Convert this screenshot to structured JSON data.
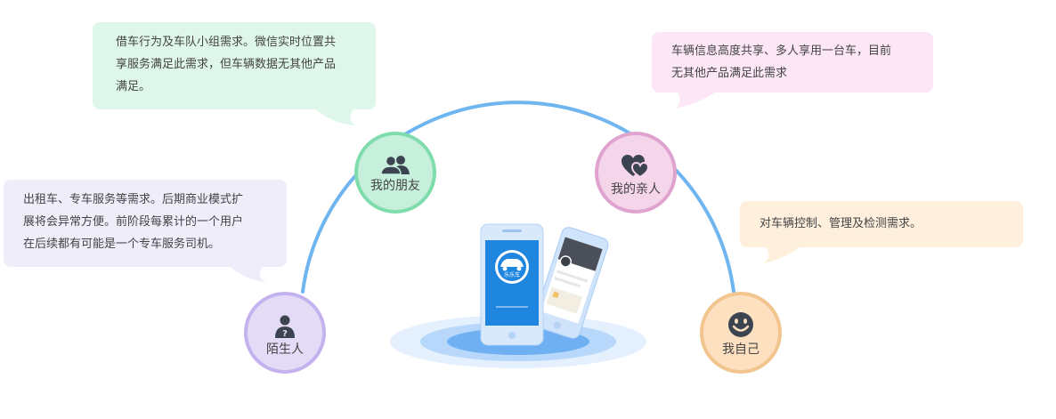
{
  "nodes": {
    "friend": {
      "label": "我的朋友",
      "color": "#7fdcad"
    },
    "family": {
      "label": "我的亲人",
      "color": "#e0a3cf"
    },
    "stranger": {
      "label": "陌生人",
      "color": "#c4b2ee"
    },
    "self": {
      "label": "我自己",
      "color": "#f3c58e"
    }
  },
  "bubbles": {
    "friend": {
      "line1": "借车行为及车队小组需求。微信实时位置共",
      "line2": "享服务满足此需求，但车辆数据无其他产品",
      "line3": "满足。"
    },
    "family": {
      "line1": "车辆信息高度共享、多人享用一台车，目前",
      "line2": "无其他产品满足此需求"
    },
    "stranger": {
      "line1": "出租车、专车服务等需求。后期商业模式扩",
      "line2": "展将会异常方便。前阶段每累计的一个用户",
      "line3": "在后续都有可能是一个专车服务司机。"
    },
    "self": {
      "line1": "对车辆控制、管理及检测需求。"
    }
  },
  "phone": {
    "brand": "乐乐车"
  },
  "colors": {
    "arc": "#6fb6f0",
    "phone_blue": "#1f86e0"
  }
}
